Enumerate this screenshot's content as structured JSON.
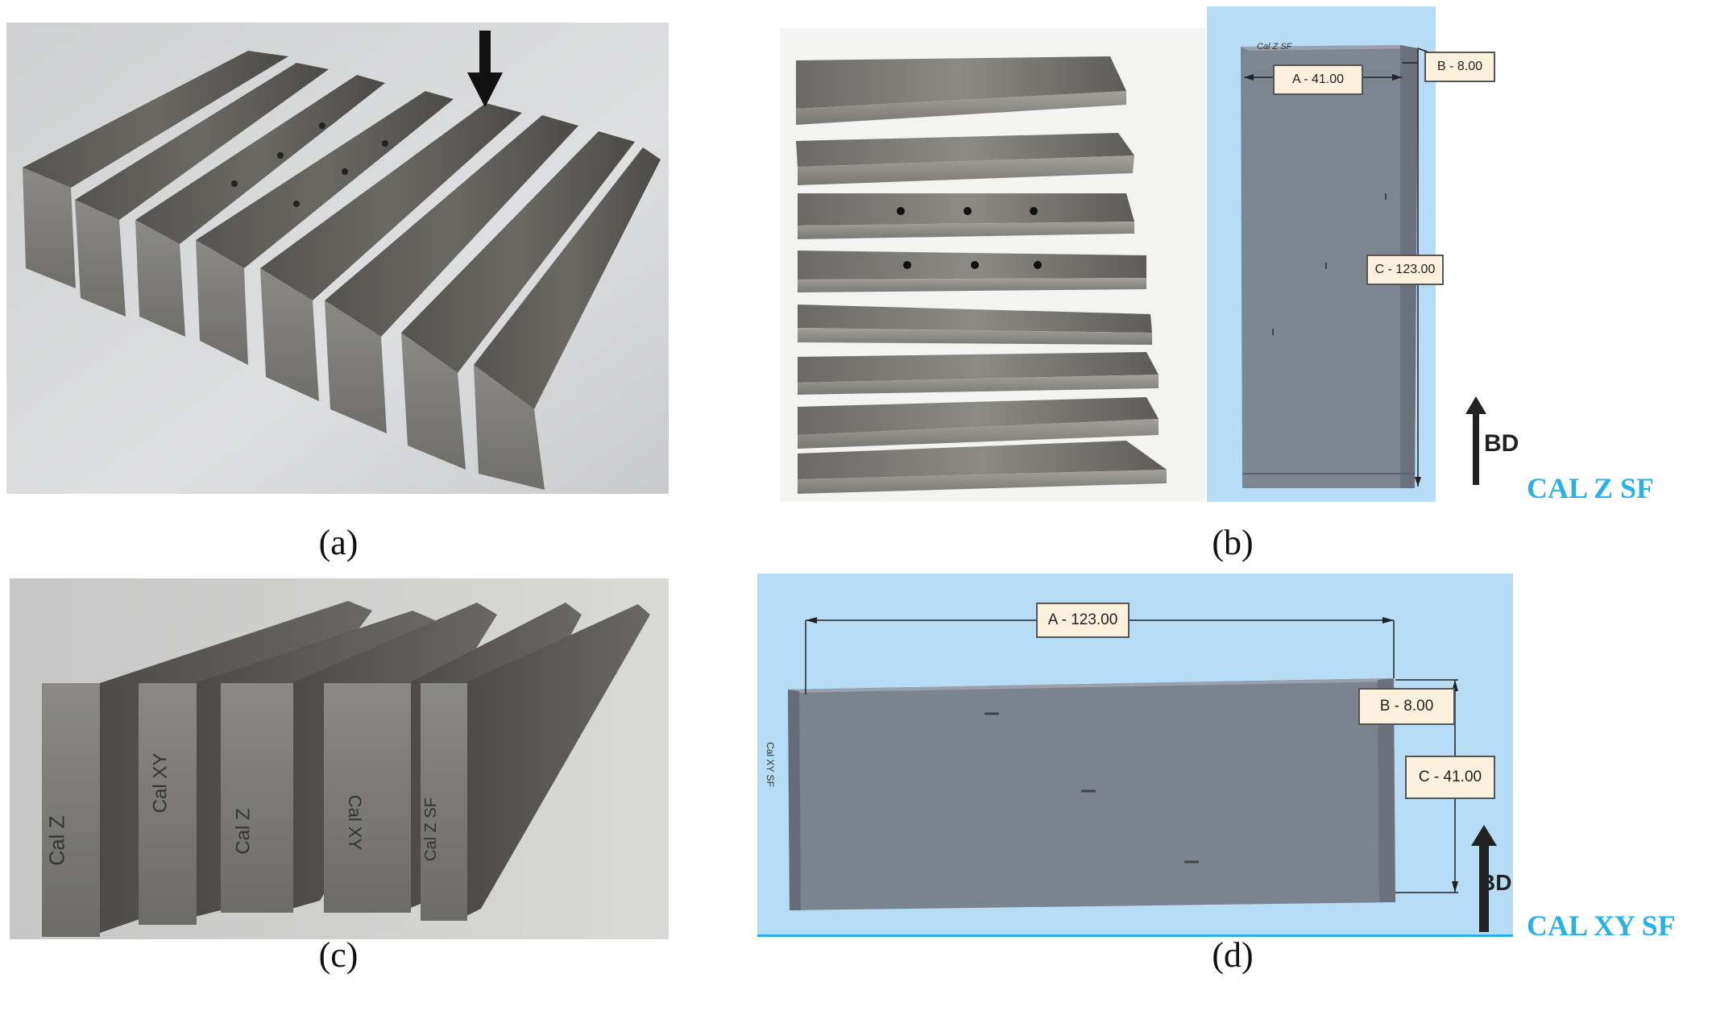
{
  "captions": {
    "a": "(a)",
    "b": "(b)",
    "c": "(c)",
    "d": "(d)"
  },
  "panel_b": {
    "dims": {
      "a": "A - 41.00",
      "b": "B - 8.00",
      "c": "C - 123.00"
    },
    "bd": "BD",
    "label": "CAL Z SF",
    "engraving": "Cal Z SF"
  },
  "panel_c": {
    "engravings": [
      "Cal Z",
      "Cal XY",
      "Cal Z",
      "Cal XY",
      "Cal Z SF"
    ]
  },
  "panel_d": {
    "dims": {
      "a": "A - 123.00",
      "b": "B - 8.00",
      "c": "C - 41.00"
    },
    "bd": "BD",
    "label": "CAL XY SF",
    "engraving": "Cal XY SF"
  },
  "colors": {
    "cad_background": "#b7dcf6",
    "label_cyan": "#2ab0e8",
    "metal": "#6e6c68"
  }
}
